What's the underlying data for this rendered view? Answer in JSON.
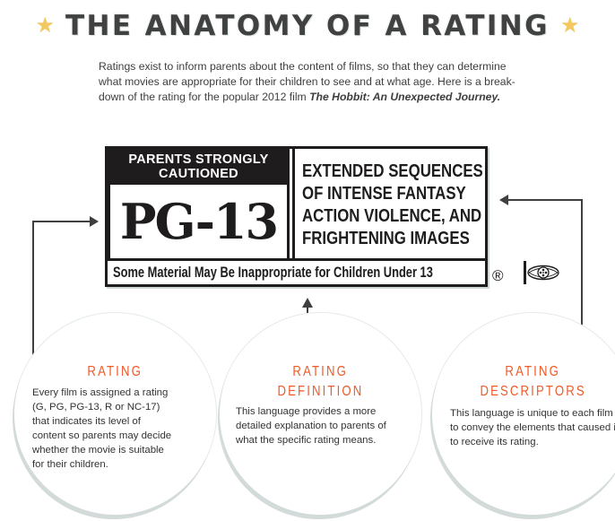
{
  "header": {
    "title": "THE ANATOMY OF A RATING",
    "star_icon": "★"
  },
  "intro": {
    "text_before": "Ratings exist to inform parents about the content of films, so that they can determine what movies are appropriate for their children to see and at what age. Here is a break-down of the rating for the popular 2012 film ",
    "film_title": "The Hobbit: An Unexpected Journey."
  },
  "rating_box": {
    "caution_line1": "PARENTS STRONGLY",
    "caution_line2": "CAUTIONED",
    "rating_code": "PG-13",
    "descriptors": [
      "EXTENDED SEQUENCES",
      "OF INTENSE FANTASY",
      "ACTION VIOLENCE, AND",
      "FRIGHTENING IMAGES"
    ],
    "note": "Some Material May Be Inappropriate for Children Under 13",
    "seal_icon": "mpaa-globe-seal-icon",
    "registered_mark": "®"
  },
  "circles": [
    {
      "title_lines": [
        "RATING"
      ],
      "body": "Every film is assigned a rating (G, PG, PG-13, R or NC-17) that indicates its level of content so parents may decide whether the movie is suitable for their children."
    },
    {
      "title_lines": [
        "RATING",
        "DEFINITION"
      ],
      "body": "This language provides a more detailed explanation to parents of what the specific rating means."
    },
    {
      "title_lines": [
        "RATING",
        "DESCRIPTORS"
      ],
      "body": "This language is unique to each film to convey the elements that caused it to receive its rating."
    }
  ],
  "colors": {
    "title": "#414141",
    "star": "#f3c95f",
    "accent_orange": "#ee5a2a",
    "rating_black": "#1e1c1c",
    "connector": "#3f3f3f",
    "circle_shadow": "#d3dbda"
  }
}
